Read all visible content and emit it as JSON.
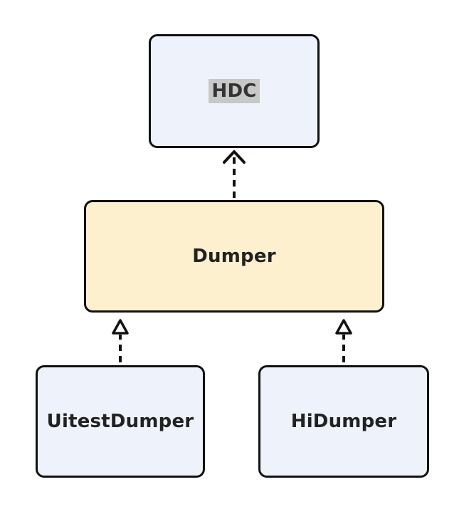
{
  "diagram": {
    "nodes": {
      "hdc": {
        "label": "HDC",
        "fill": "#eef3fb"
      },
      "dumper": {
        "label": "Dumper",
        "fill": "#fdf0cf"
      },
      "uitest_dumper": {
        "label": "UitestDumper",
        "fill": "#eef3fb"
      },
      "hi_dumper": {
        "label": "HiDumper",
        "fill": "#eef3fb"
      }
    },
    "edges": [
      {
        "from": "Dumper",
        "to": "HDC",
        "style": "dashed",
        "arrowhead": "open"
      },
      {
        "from": "UitestDumper",
        "to": "Dumper",
        "style": "dashed",
        "arrowhead": "hollow-triangle"
      },
      {
        "from": "HiDumper",
        "to": "Dumper",
        "style": "dashed",
        "arrowhead": "hollow-triangle"
      }
    ],
    "colors": {
      "stroke": "#111111",
      "text": "#222222",
      "hdc_highlight": "#c8c8c8"
    }
  }
}
